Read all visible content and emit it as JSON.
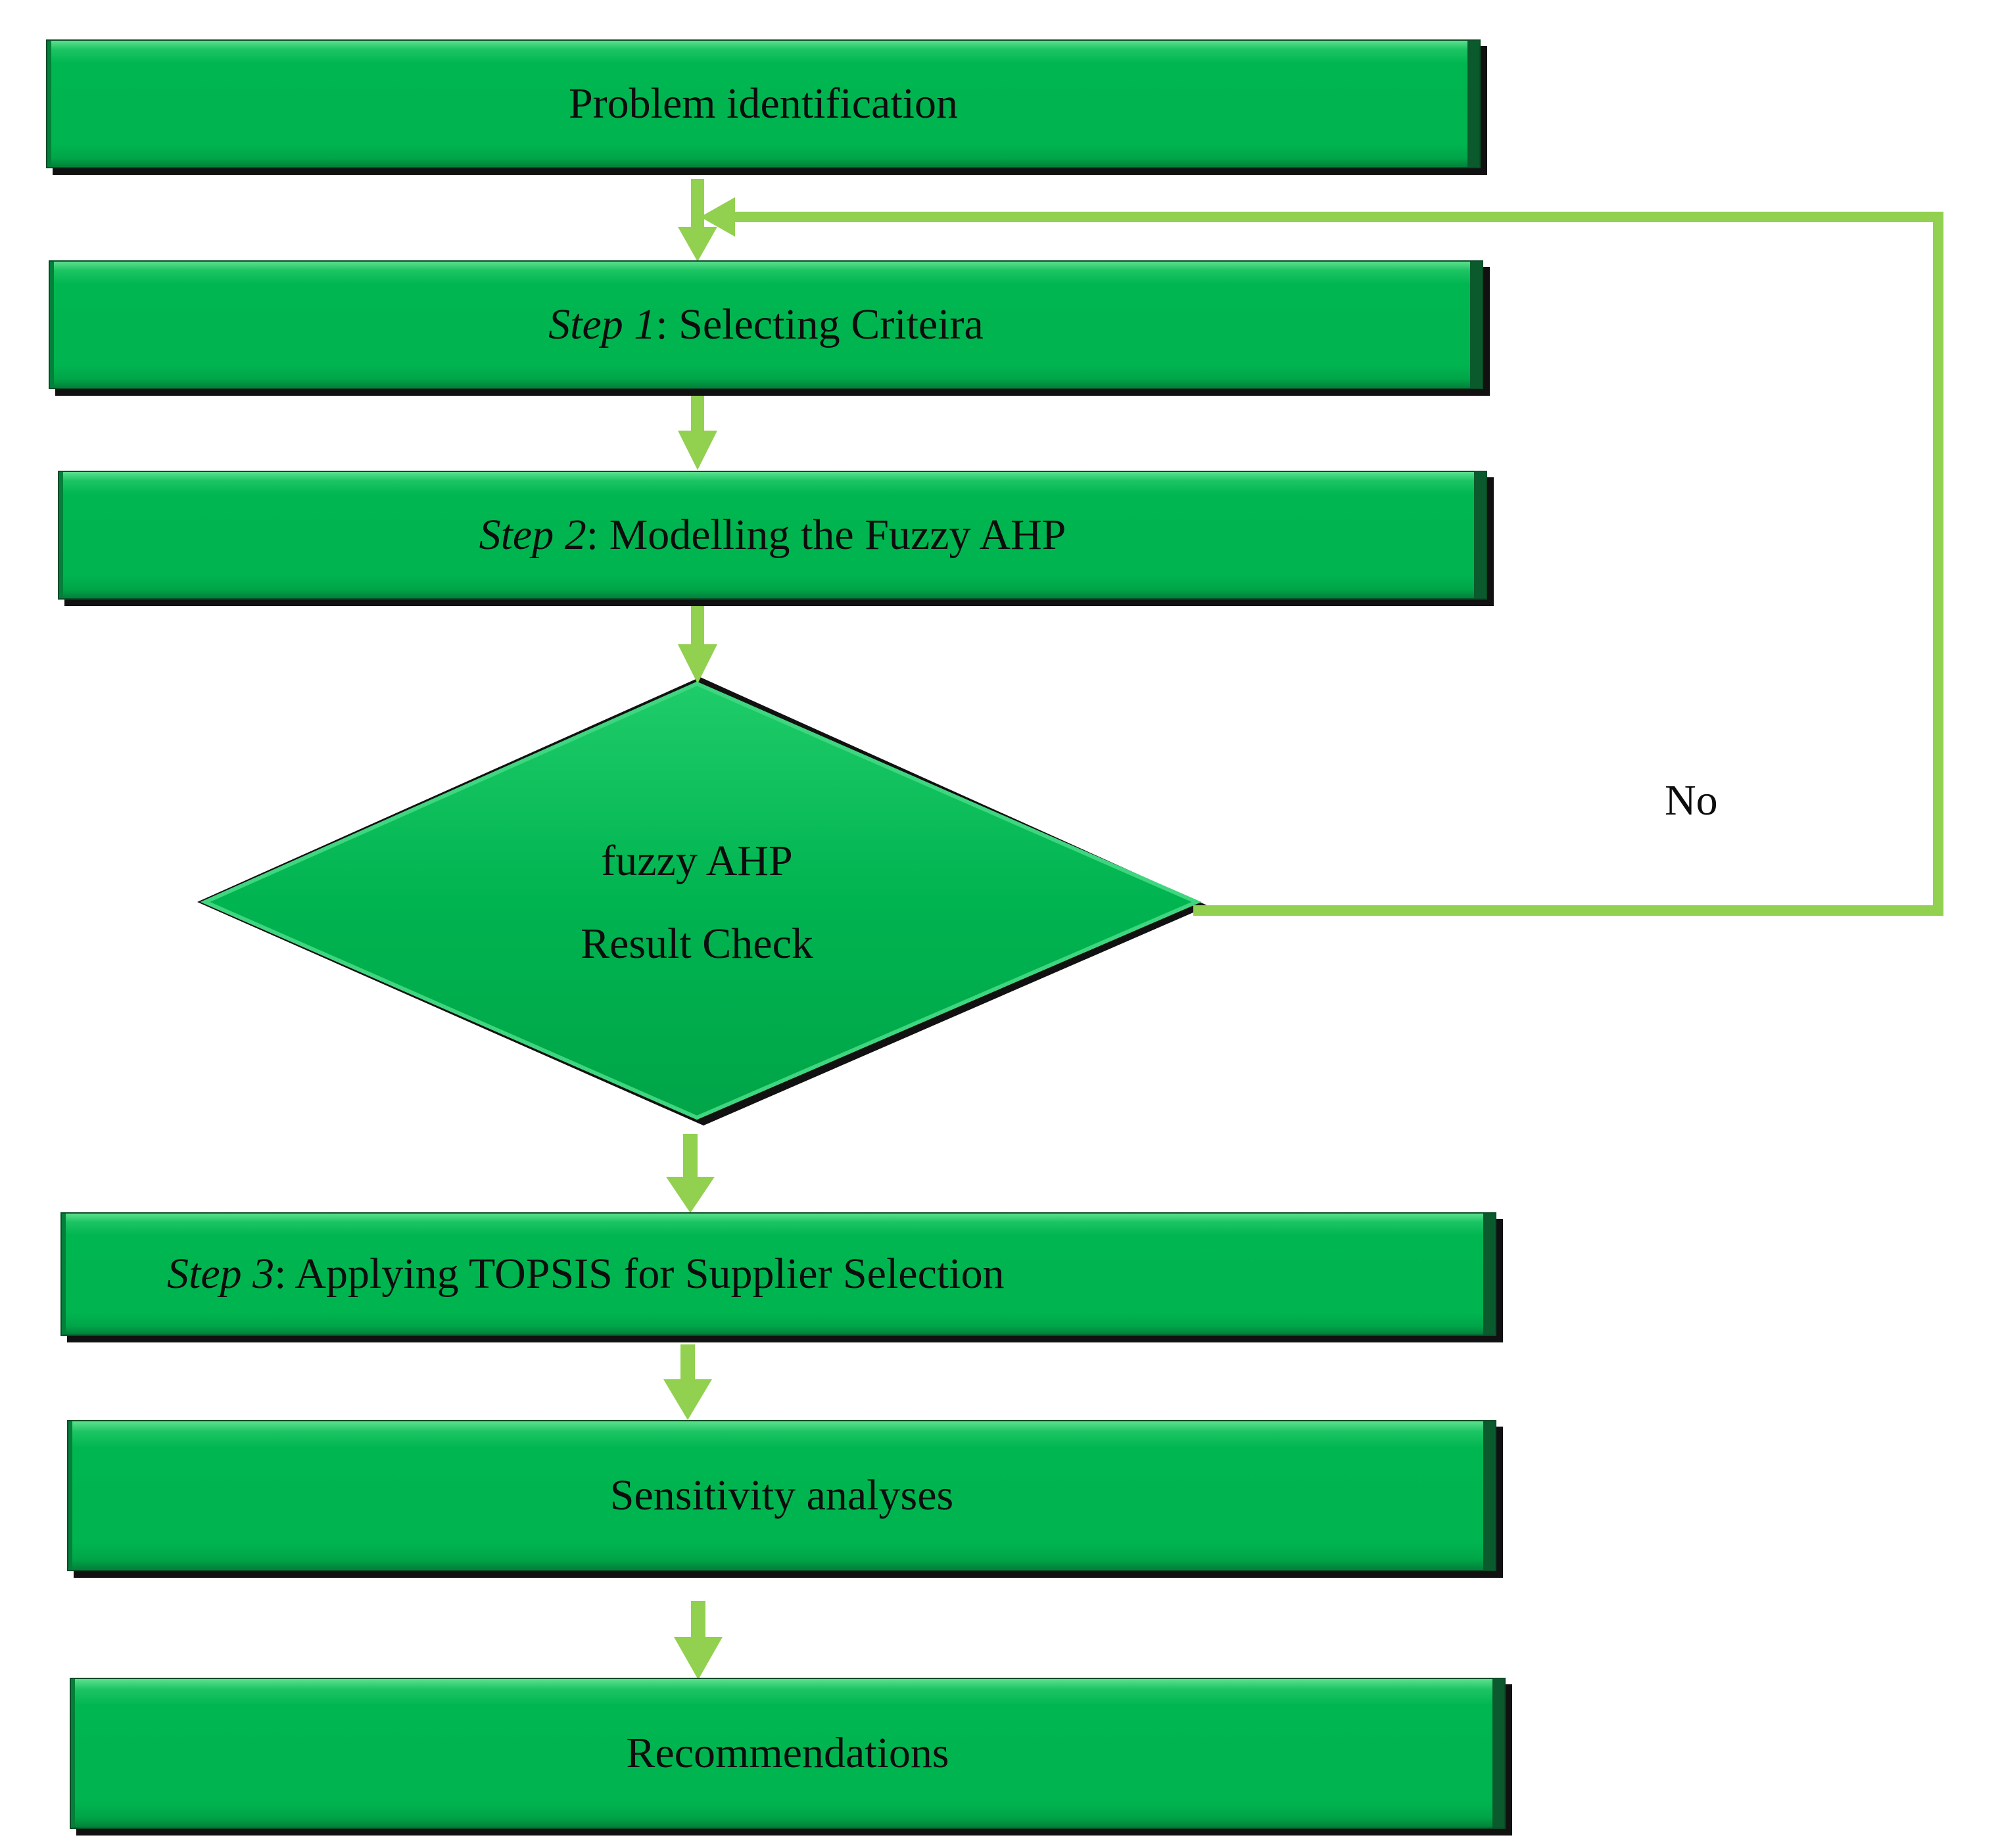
{
  "colors": {
    "box_fill": "#00b450",
    "box_highlight": "#5ce08e",
    "box_shadow": "#111111",
    "arrow": "#92d050",
    "text": "#0d0d0d"
  },
  "boxes": {
    "problem": {
      "text": "Problem identification"
    },
    "step1": {
      "step": "Step 1",
      "text": ": Selecting Criteira"
    },
    "step2": {
      "step": "Step 2",
      "text": ": Modelling the Fuzzy AHP"
    },
    "step3": {
      "step": "Step 3",
      "text": ": Applying TOPSIS for Supplier Selection"
    },
    "sensitivity": {
      "text": "Sensitivity analyses"
    },
    "recommendations": {
      "text": "Recommendations"
    }
  },
  "decision": {
    "line1": "fuzzy AHP",
    "line2": "Result Check",
    "no_label": "No"
  }
}
